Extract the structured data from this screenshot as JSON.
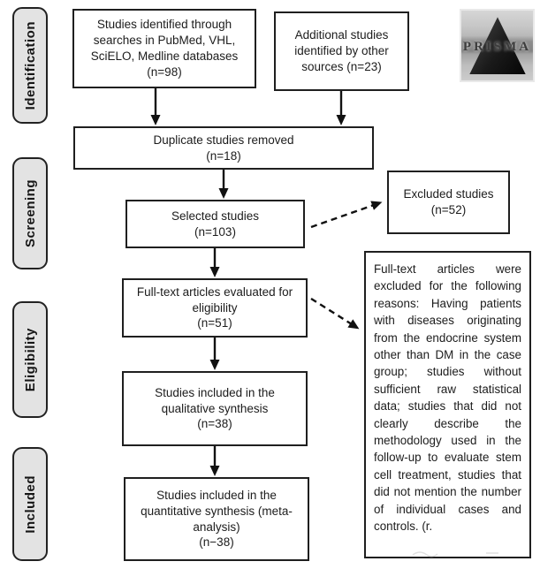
{
  "stages": [
    {
      "label": "Identification"
    },
    {
      "label": "Screening"
    },
    {
      "label": "Eligibility"
    },
    {
      "label": "Included"
    }
  ],
  "boxes": {
    "identified": {
      "text": "Studies identified through searches in PubMed, VHL, SciELO, Medline databases",
      "count": "(n=98)"
    },
    "additional": {
      "text": "Additional studies identified by other sources (n=23)"
    },
    "duplicate": {
      "text": "Duplicate studies removed",
      "count": "(n=18)"
    },
    "selected": {
      "text": "Selected studies",
      "count": "(n=103)"
    },
    "excluded": {
      "text": "Excluded studies",
      "count": "(n=52)"
    },
    "fulltext": {
      "text": "Full-text articles evaluated for eligibility",
      "count": "(n=51)"
    },
    "qualitative": {
      "text": "Studies included in the qualitative synthesis",
      "count": "(n=38)"
    },
    "quantitative": {
      "text": "Studies included in the quantitative synthesis (meta-analysis)",
      "count": "(n−38)"
    },
    "reasons": {
      "text": "Full-text articles were excluded for the following reasons: Having patients with diseases originating from the endocrine system other than DM in the case group; studies without sufficient raw statistical data; studies that did not clearly describe the methodology used in the follow-up to evaluate stem cell treatment, studies that did not mention the number of individual cases and controls. (r."
    }
  },
  "logo": {
    "text": "PRISMA"
  },
  "colors": {
    "border": "#1f1f1f",
    "badge_bg": "#e3e3e3",
    "text": "#1c1c1c",
    "logo_triangle": "#1a1a1a"
  }
}
